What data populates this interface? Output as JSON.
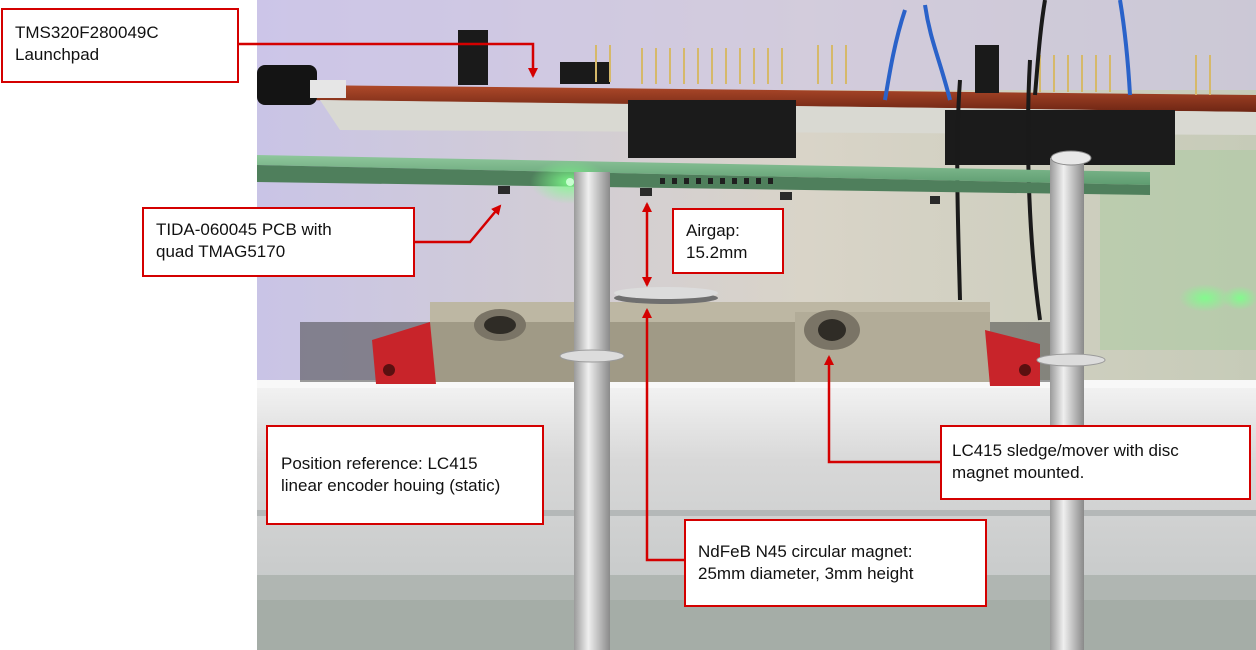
{
  "annotations": {
    "launchpad": {
      "line1": "TMS320F280049C",
      "line2": "Launchpad"
    },
    "pcb": {
      "line1": "TIDA-060045 PCB with",
      "line2": "quad TMAG5170"
    },
    "airgap": {
      "line1": "Airgap:",
      "line2": "15.2mm"
    },
    "position_reference": {
      "line1": "Position reference: LC415",
      "line2": "linear encoder houing (static)"
    },
    "sledge": {
      "line1": "LC415 sledge/mover with disc",
      "line2": "magnet mounted."
    },
    "magnet": {
      "line1": "NdFeB N45 circular magnet:",
      "line2": "25mm diameter, 3mm height"
    }
  },
  "colors": {
    "callout_border": "#d40000",
    "arrow": "#d40000",
    "led_glow": "#40ff60"
  }
}
